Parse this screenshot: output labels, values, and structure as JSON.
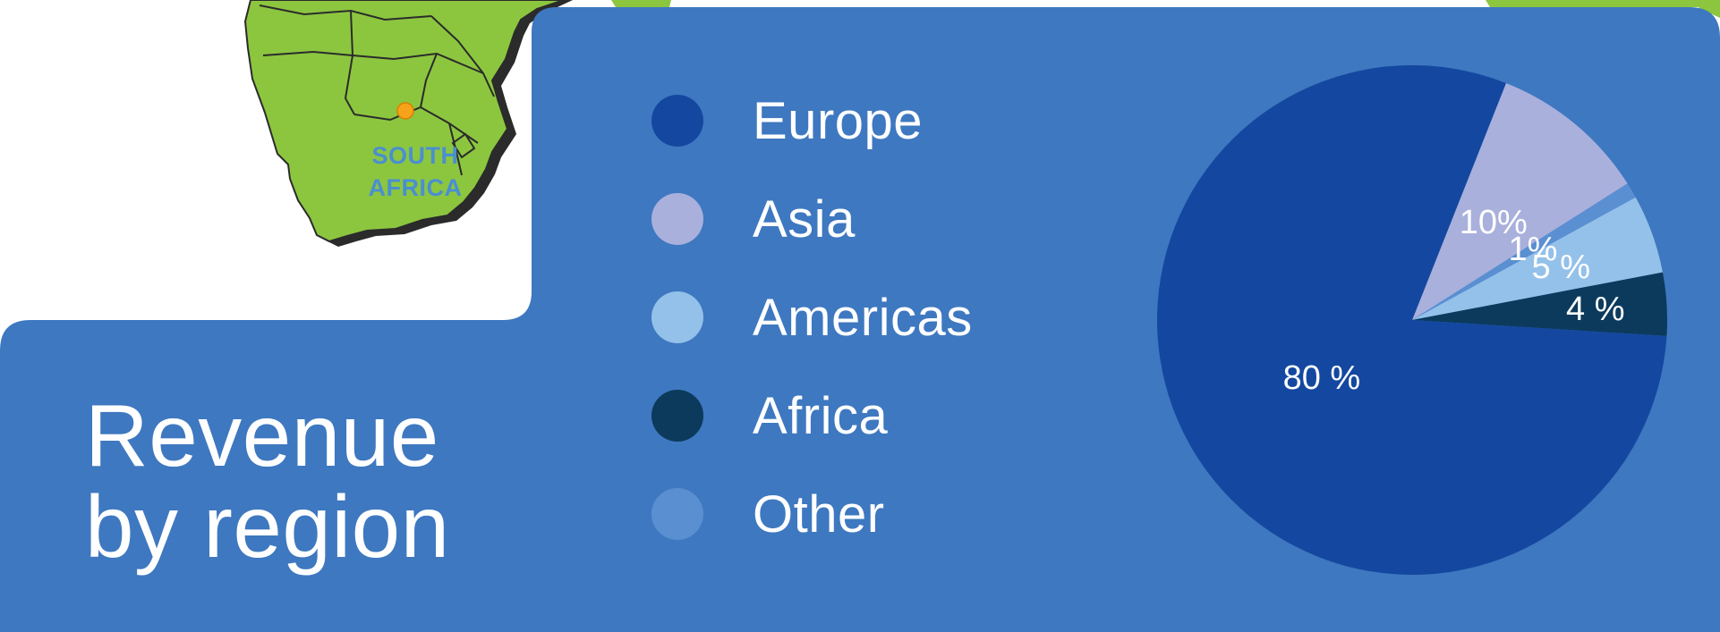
{
  "map": {
    "country_label_line1": "SOUTH",
    "country_label_line2": "AFRICA",
    "land_color": "#8cc63f",
    "border_color": "#2b2b2b",
    "label_color": "#4a8fd0",
    "marker_color": "#f7a21b"
  },
  "panel": {
    "background_color": "#3e78c0"
  },
  "title": {
    "line1": "Revenue",
    "line2": "by region"
  },
  "chart_data": {
    "type": "pie",
    "title": "Revenue by region",
    "legend_position": "left",
    "legend": [
      {
        "name": "Europe",
        "color": "#1448a0"
      },
      {
        "name": "Asia",
        "color": "#a9b0dc"
      },
      {
        "name": "Americas",
        "color": "#94c1e9"
      },
      {
        "name": "Africa",
        "color": "#0c3a5c"
      },
      {
        "name": "Other",
        "color": "#5a8fd2"
      }
    ],
    "slices": [
      {
        "name": "Asia",
        "value": 10,
        "label": "10%",
        "color": "#a9b0dc"
      },
      {
        "name": "Other",
        "value": 1,
        "label": "1%",
        "color": "#5a8fd2"
      },
      {
        "name": "Americas",
        "value": 5,
        "label": "5 %",
        "color": "#94c1e9"
      },
      {
        "name": "Africa",
        "value": 4,
        "label": "4 %",
        "color": "#0c3a5c"
      },
      {
        "name": "Europe",
        "value": 80,
        "label": "80 %",
        "color": "#1448a0"
      }
    ]
  }
}
